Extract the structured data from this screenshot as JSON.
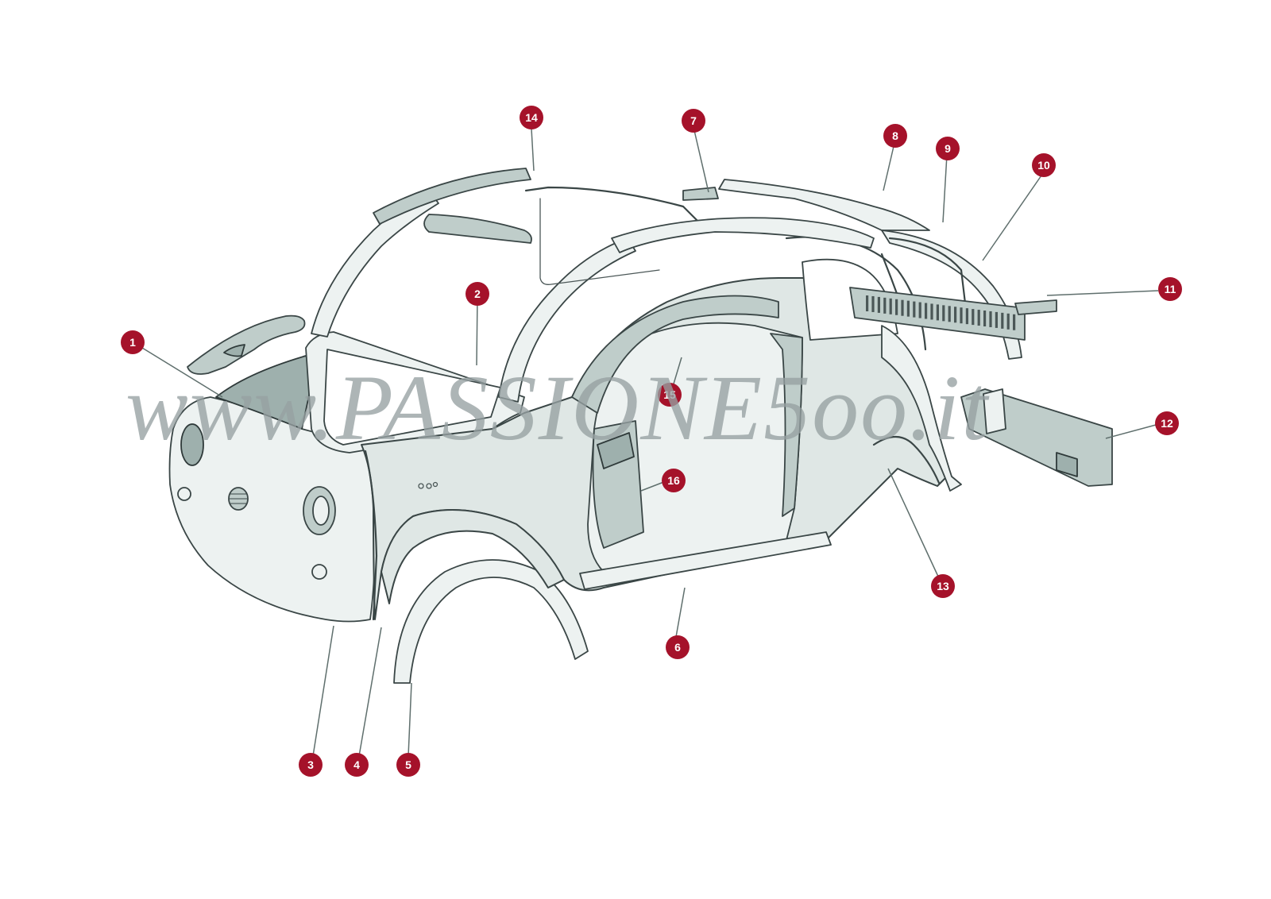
{
  "diagram": {
    "subject": "Fiat 500 body shell exploded parts view",
    "watermark": "www.PASSIONE5oo.it",
    "marker_color": "#a5122a",
    "callouts": [
      {
        "id": "1",
        "label": "1"
      },
      {
        "id": "2",
        "label": "2"
      },
      {
        "id": "3",
        "label": "3"
      },
      {
        "id": "4",
        "label": "4"
      },
      {
        "id": "5",
        "label": "5"
      },
      {
        "id": "6",
        "label": "6"
      },
      {
        "id": "7",
        "label": "7"
      },
      {
        "id": "8",
        "label": "8"
      },
      {
        "id": "9",
        "label": "9"
      },
      {
        "id": "10",
        "label": "10"
      },
      {
        "id": "11",
        "label": "11"
      },
      {
        "id": "12",
        "label": "12"
      },
      {
        "id": "13",
        "label": "13"
      },
      {
        "id": "14",
        "label": "14"
      },
      {
        "id": "15",
        "label": "15"
      },
      {
        "id": "16",
        "label": "16"
      }
    ]
  }
}
